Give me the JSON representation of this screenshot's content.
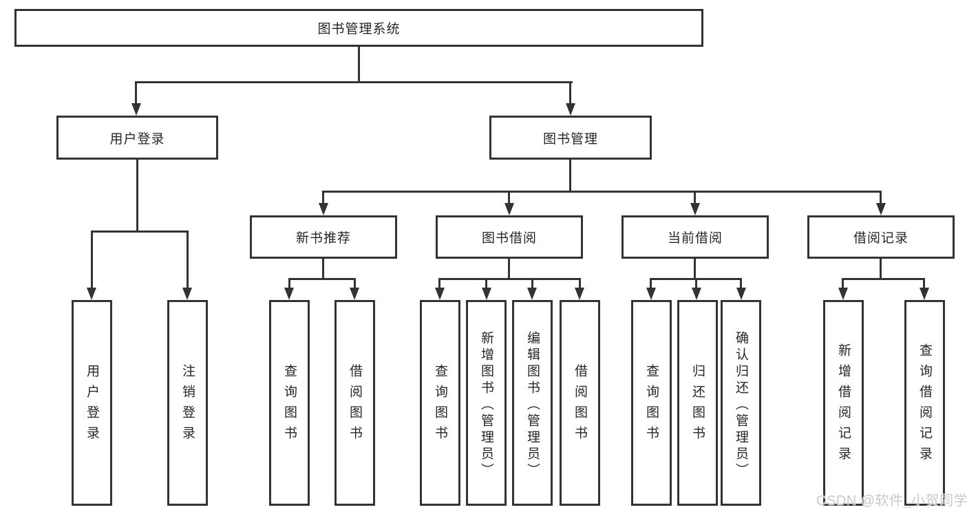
{
  "tree": {
    "root": "图书管理系统",
    "branches": [
      {
        "label": "用户登录",
        "children": [
          "用户登录",
          "注销登录"
        ]
      },
      {
        "label": "图书管理",
        "groups": [
          {
            "label": "新书推荐",
            "children": [
              "查询图书",
              "借阅图书"
            ]
          },
          {
            "label": "图书借阅",
            "children": [
              "查询图书",
              "新增图书（管理员）",
              "编辑图书（管理员）",
              "借阅图书"
            ]
          },
          {
            "label": "当前借阅",
            "children": [
              "查询图书",
              "归还图书",
              "确认归还（管理员）"
            ]
          },
          {
            "label": "借阅记录",
            "children": [
              "新增借阅记录",
              "查询借阅记录"
            ]
          }
        ]
      }
    ]
  },
  "watermark": {
    "text": "CSDN @软件_小贺同学"
  },
  "colors": {
    "line": "#333333",
    "text": "#262626",
    "background": "#ffffff",
    "watermark": "#c9c9c9"
  }
}
